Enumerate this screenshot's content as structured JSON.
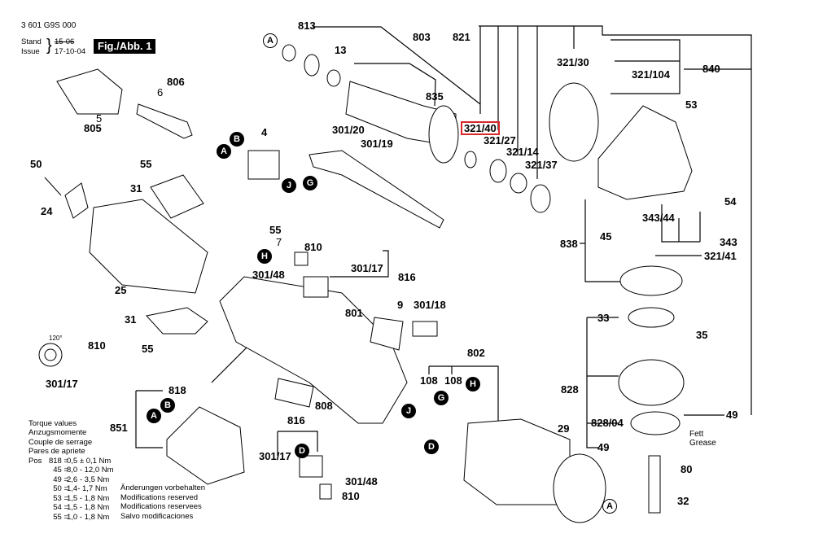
{
  "header": {
    "doc_number": "3 601 G9S 000",
    "stand_label": "Stand",
    "issue_label": "Issue",
    "stand_value": "15-06",
    "issue_value": "17-10-04",
    "figure_badge": "Fig./Abb. 1"
  },
  "highlight_color": "#d9262b",
  "part_labels": {
    "p813": "813",
    "p803": "803",
    "p821": "821",
    "p13": "13",
    "p835": "835",
    "p321_40": "321/40",
    "p321_27": "321/27",
    "p321_14": "321/14",
    "p321_37": "321/37",
    "p321_30": "321/30",
    "p321_104": "321/104",
    "p840": "840",
    "p53": "53",
    "p54": "54",
    "p343_44": "343/44",
    "p343": "343",
    "p321_41": "321/41",
    "p838": "838",
    "p45": "45",
    "p806": "806",
    "p6": "6",
    "p5": "5",
    "p805": "805",
    "p4": "4",
    "p301_20": "301/20",
    "p301_19": "301/19",
    "p50": "50",
    "p55a": "55",
    "p31a": "31",
    "p24": "24",
    "p25": "25",
    "p55b": "55",
    "p7": "7",
    "p810a": "810",
    "p301_48a": "301/48",
    "p301_17a": "301/17",
    "p816a": "816",
    "p9": "9",
    "p301_18": "301/18",
    "p801": "801",
    "p31b": "31",
    "p55c": "55",
    "p810b": "810",
    "p301_17b": "301/17",
    "p818": "818",
    "p851": "851",
    "p808": "808",
    "p816b": "816",
    "p301_17c": "301/17",
    "p301_48b": "301/48",
    "p810c": "810",
    "p802": "802",
    "p108a": "108",
    "p108b": "108",
    "p29": "29",
    "p33": "33",
    "p35": "35",
    "p828": "828",
    "p828_04": "828/04",
    "p49a": "49",
    "p49b": "49",
    "p80": "80",
    "p32": "32",
    "angle": "120°"
  },
  "grease_note": {
    "line1": "Fett",
    "line2": "Grease"
  },
  "ref_markers": [
    "A",
    "B",
    "G",
    "H",
    "J",
    "D"
  ],
  "torque": {
    "titles": [
      "Torque values",
      "Anzugsmomente",
      "Couple de serrage",
      "Pares de apriete"
    ],
    "prefix": "Pos",
    "rows": [
      {
        "pos": "818 =",
        "value": "0,5 ± 0,1 Nm"
      },
      {
        "pos": "45 =",
        "value": "8,0 - 12,0 Nm"
      },
      {
        "pos": "49 =",
        "value": "2,6 - 3,5 Nm"
      },
      {
        "pos": "50 =",
        "value": "1,4- 1,7 Nm"
      },
      {
        "pos": "53 =",
        "value": "1,5 - 1,8 Nm"
      },
      {
        "pos": "54 =",
        "value": "1,5 - 1,8 Nm"
      },
      {
        "pos": "55 =",
        "value": "1,0 - 1,8 Nm"
      }
    ]
  },
  "disclaimer": [
    "Änderungen vorbehalten",
    "Modifications reserved",
    "Modifications reservees",
    "Salvo modificaciones"
  ]
}
